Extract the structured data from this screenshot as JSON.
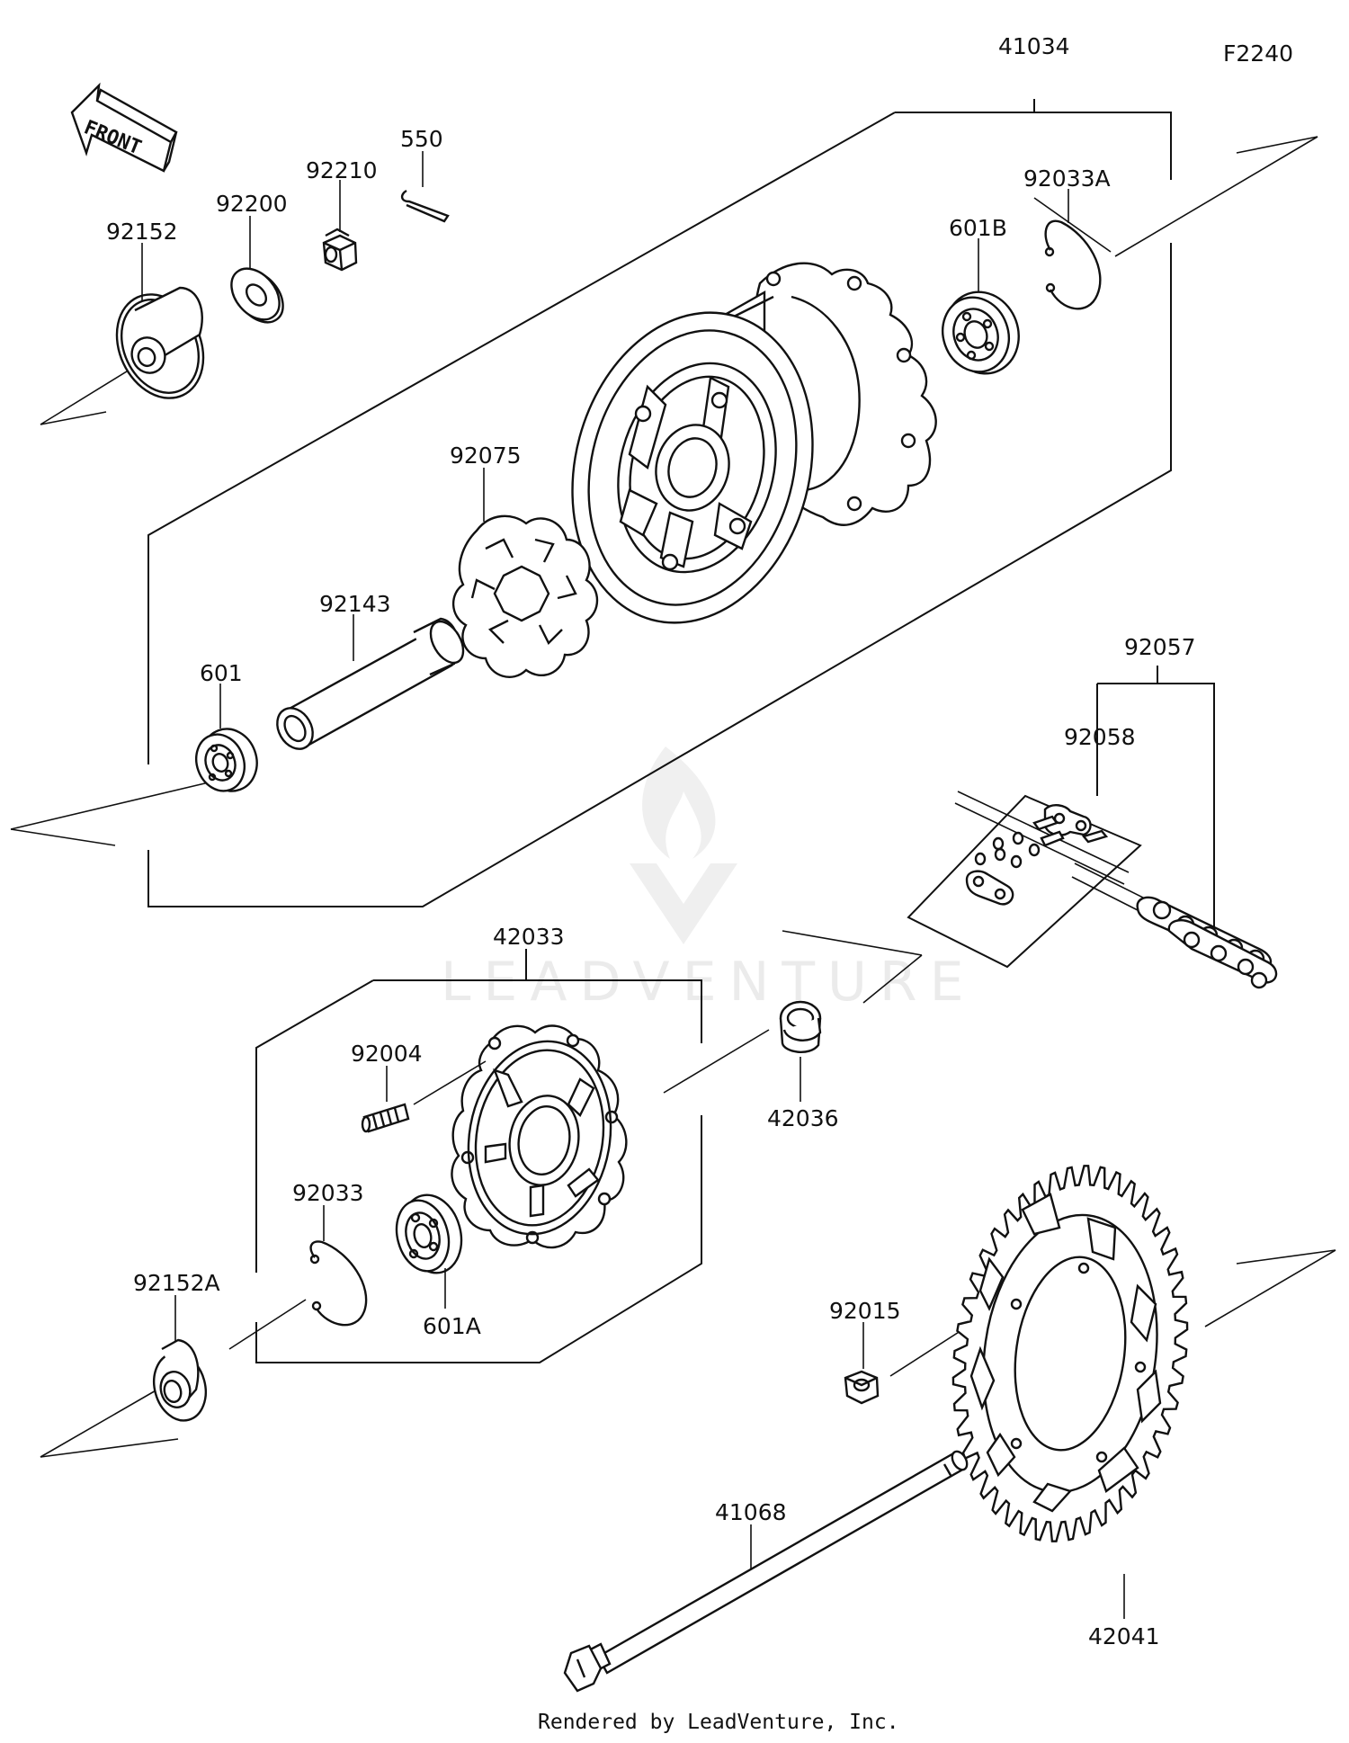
{
  "figure_code": "F2240",
  "front_arrow_text": "FRONT",
  "watermark": "LEADVENTURE",
  "footer": "Rendered by LeadVenture, Inc.",
  "labels": {
    "p41034": "41034",
    "p92033A": "92033A",
    "p550": "550",
    "p92210": "92210",
    "p92200": "92200",
    "p92152": "92152",
    "p601B": "601B",
    "p92075": "92075",
    "p92143": "92143",
    "p601": "601",
    "p92057": "92057",
    "p92058": "92058",
    "p42033": "42033",
    "p92004": "92004",
    "p42036": "42036",
    "p92033": "92033",
    "p601A": "601A",
    "p92152A": "92152A",
    "p92015": "92015",
    "p41068": "41068",
    "p42041": "42041"
  }
}
